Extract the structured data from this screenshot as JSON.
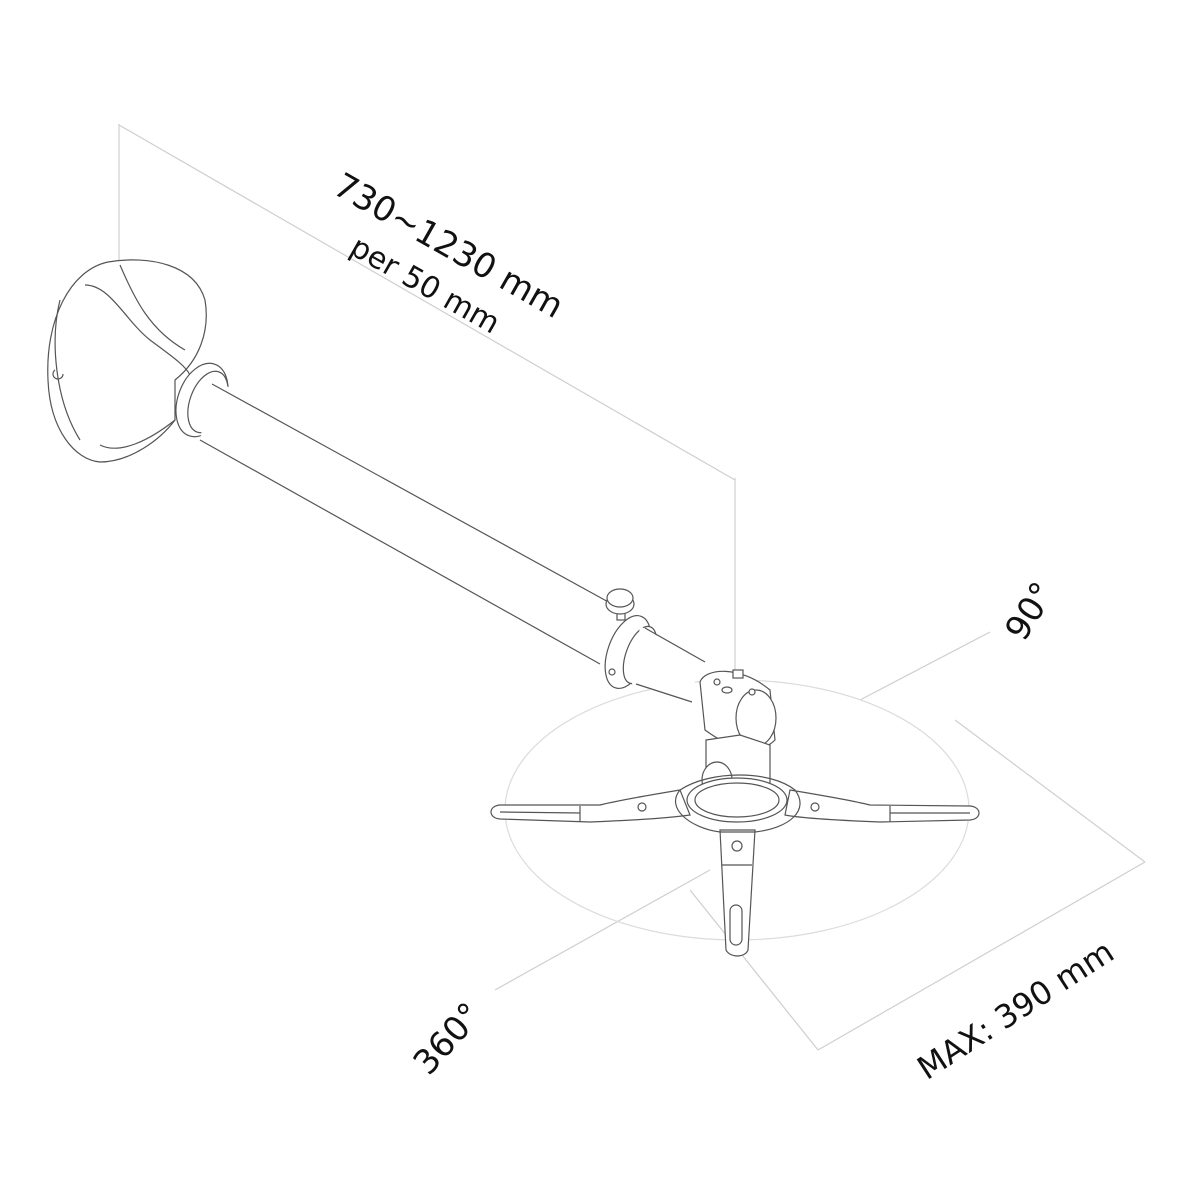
{
  "diagram": {
    "subject": "projector ceiling mount",
    "colors": {
      "line": "#555555",
      "dimension_line": "#cccccc",
      "text": "#111111",
      "background": "#ffffff"
    }
  },
  "dimensions": {
    "length": {
      "range": "730~1230 mm",
      "step": "per 50 mm"
    },
    "tilt": "90°",
    "rotation": "360°",
    "max_mount_size": "MAX: 390 mm"
  },
  "parts": [
    "ceiling-plate",
    "collar-ring",
    "extension-pole",
    "height-adjust-clamp",
    "locking-knob",
    "tilt-joint",
    "swivel-bracket",
    "mounting-arms"
  ]
}
